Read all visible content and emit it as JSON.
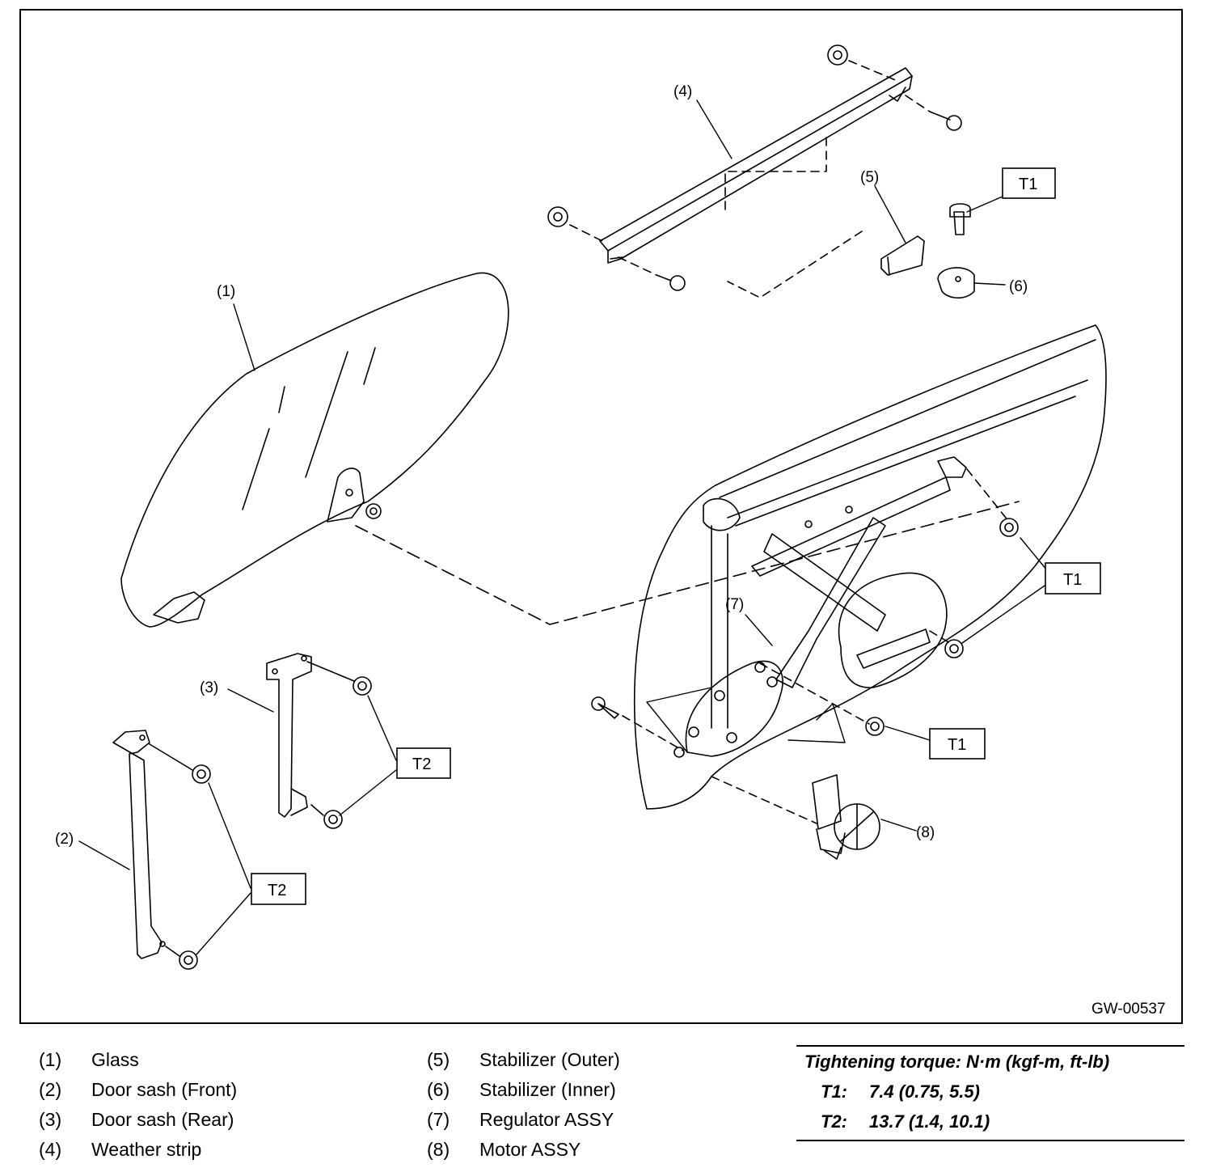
{
  "figure_id": "GW-00537",
  "callouts": [
    "(1)",
    "(2)",
    "(3)",
    "(4)",
    "(5)",
    "(6)",
    "(7)",
    "(8)"
  ],
  "torque_boxes": {
    "t1": "T1",
    "t2": "T2"
  },
  "legend": [
    {
      "num": "(1)",
      "label": "Glass"
    },
    {
      "num": "(2)",
      "label": "Door sash (Front)"
    },
    {
      "num": "(3)",
      "label": "Door sash (Rear)"
    },
    {
      "num": "(4)",
      "label": "Weather strip"
    },
    {
      "num": "(5)",
      "label": "Stabilizer (Outer)"
    },
    {
      "num": "(6)",
      "label": "Stabilizer (Inner)"
    },
    {
      "num": "(7)",
      "label": "Regulator ASSY"
    },
    {
      "num": "(8)",
      "label": "Motor ASSY"
    }
  ],
  "torque": {
    "header": "Tightening torque: N·m (kgf-m, ft-lb)",
    "rows": [
      {
        "key": "T1:",
        "value": "7.4 (0.75, 5.5)"
      },
      {
        "key": "T2:",
        "value": "13.7 (1.4, 10.1)"
      }
    ]
  }
}
